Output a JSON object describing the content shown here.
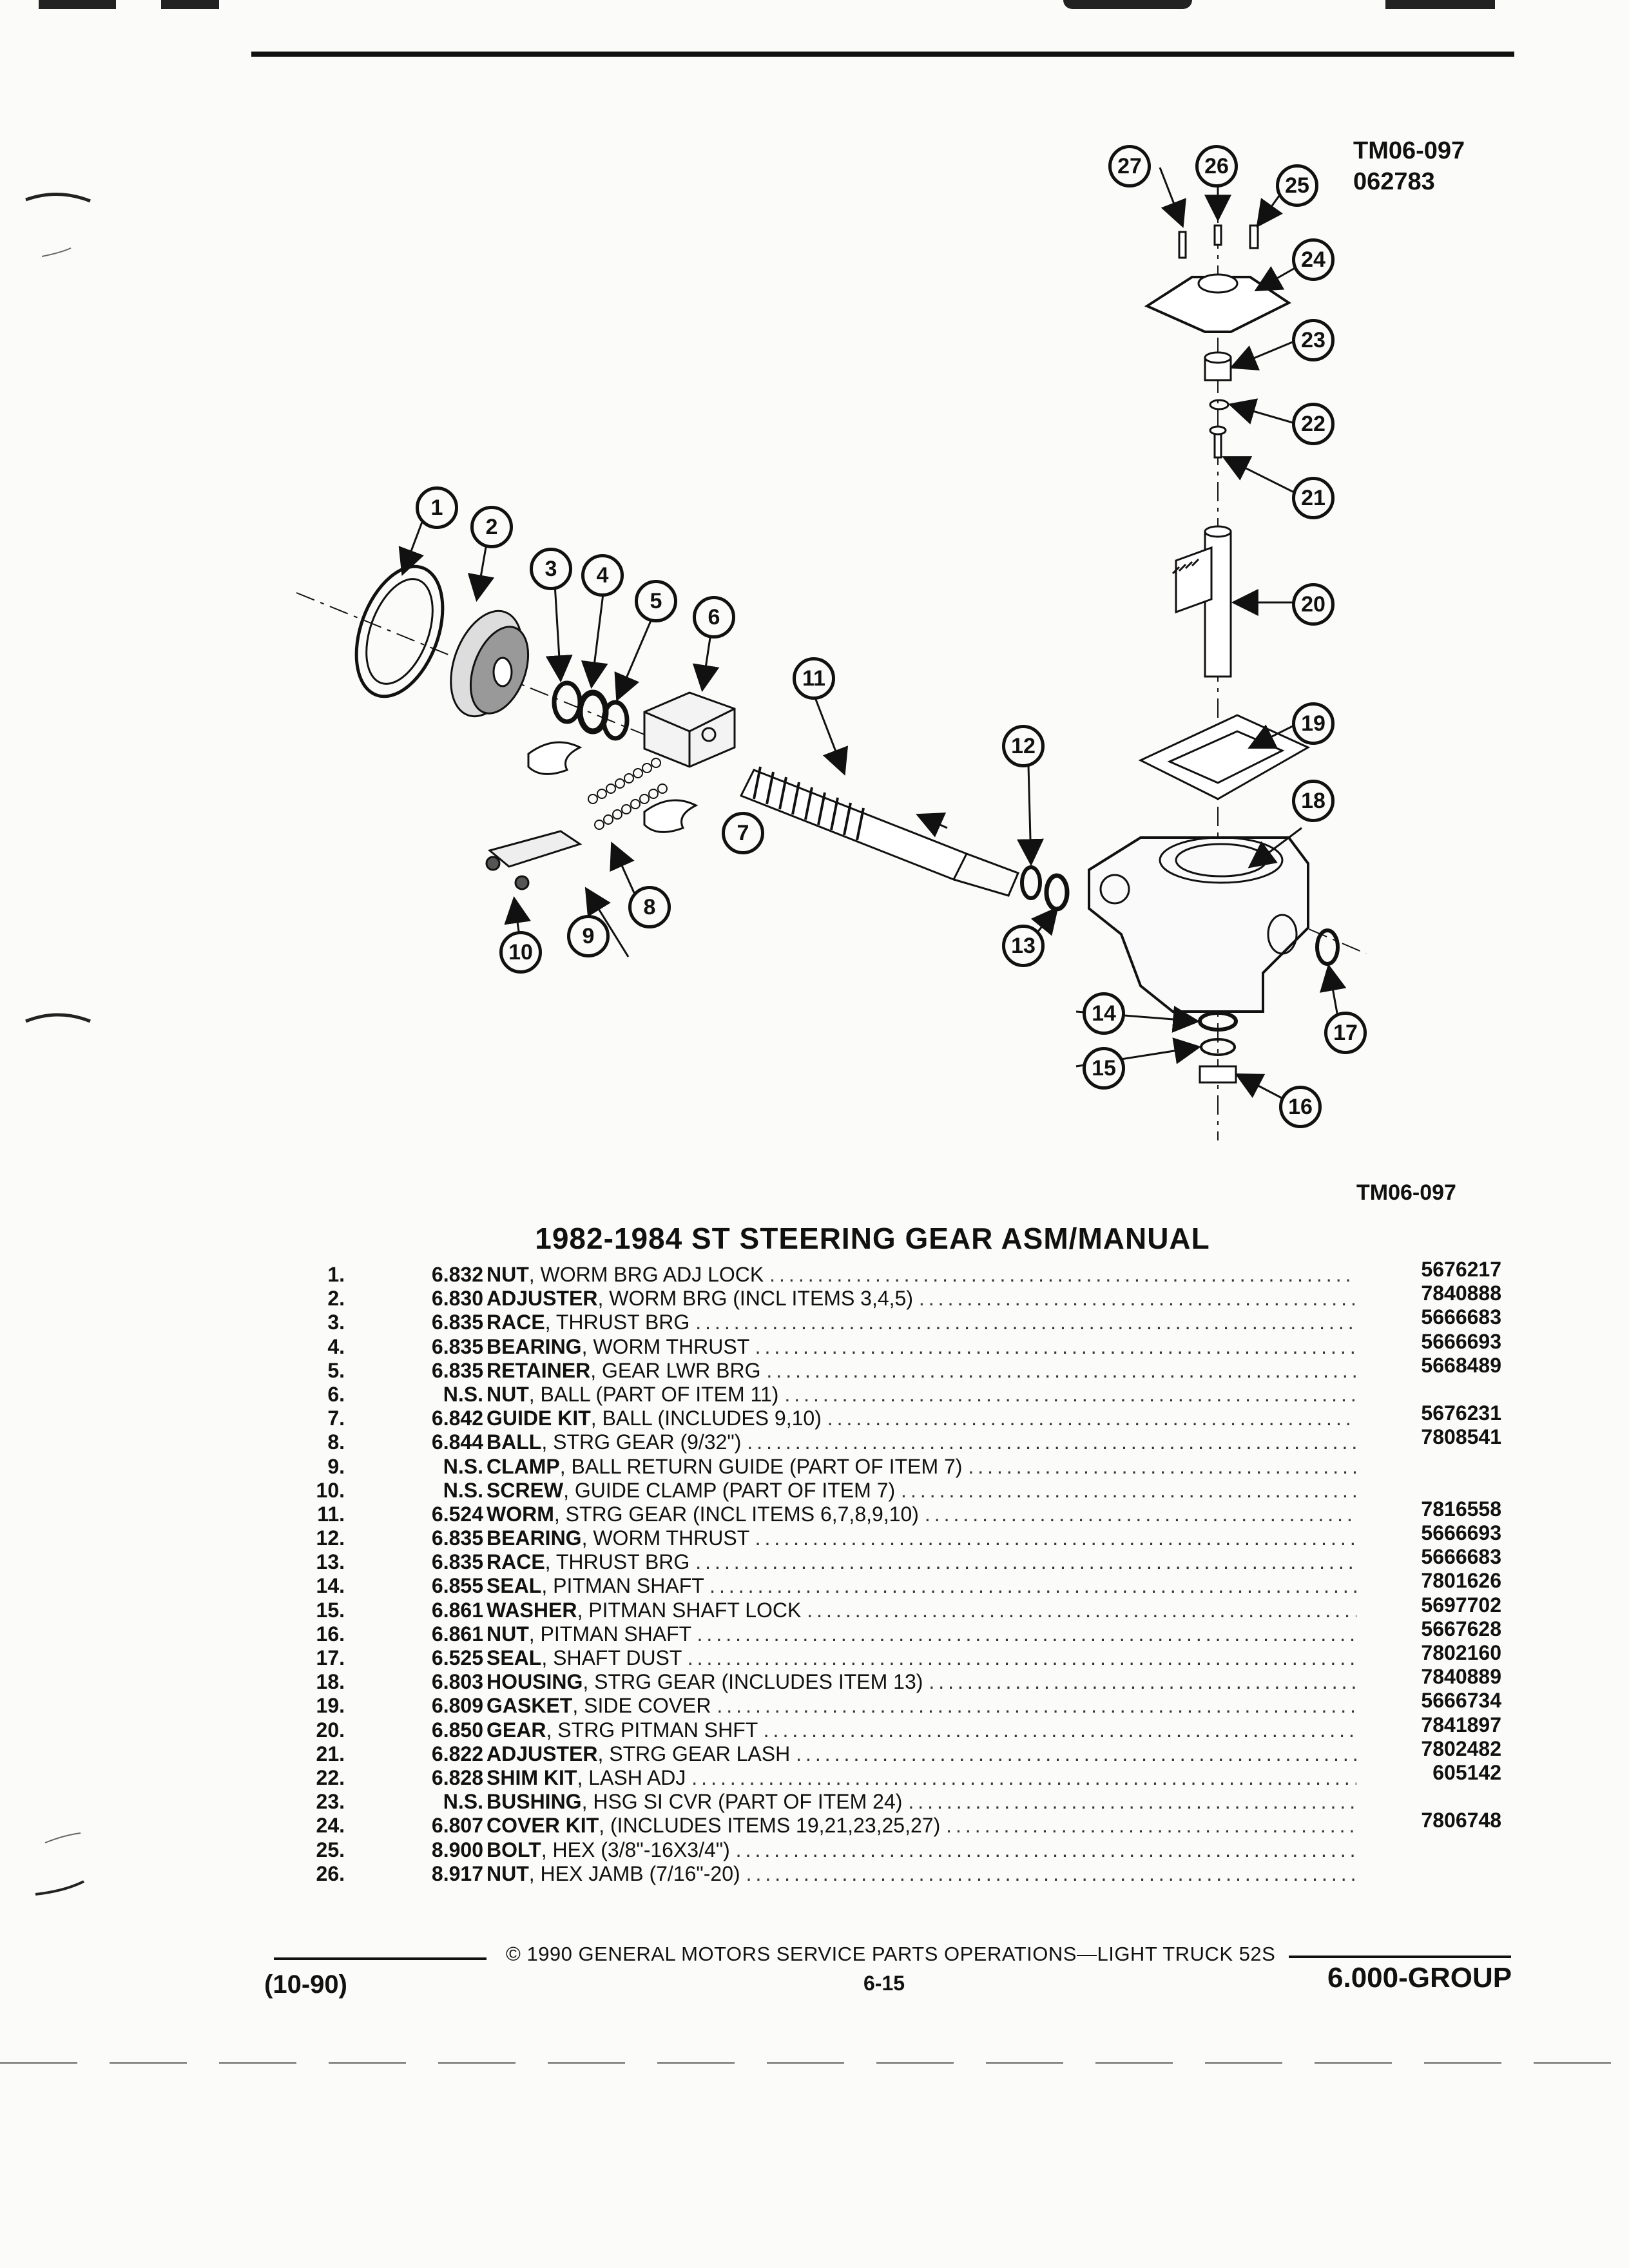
{
  "header": {
    "drawing_code": "TM06-097",
    "drawing_date": "062783"
  },
  "diagram": {
    "callouts": [
      "1",
      "2",
      "3",
      "4",
      "5",
      "6",
      "7",
      "8",
      "9",
      "10",
      "11",
      "12",
      "13",
      "14",
      "15",
      "16",
      "17",
      "18",
      "19",
      "20",
      "21",
      "22",
      "23",
      "24",
      "25",
      "26",
      "27"
    ],
    "caption": "TM06-097"
  },
  "title": "1982-1984 ST STEERING GEAR ASM/MANUAL",
  "parts": [
    {
      "no": "1.",
      "group": "6.832",
      "name": "NUT",
      "desc": ", WORM BRG ADJ LOCK",
      "part": "5676217"
    },
    {
      "no": "2.",
      "group": "6.830",
      "name": "ADJUSTER",
      "desc": ", WORM BRG (INCL ITEMS 3,4,5)",
      "part": "7840888"
    },
    {
      "no": "3.",
      "group": "6.835",
      "name": "RACE",
      "desc": ", THRUST BRG",
      "part": "5666683"
    },
    {
      "no": "4.",
      "group": "6.835",
      "name": "BEARING",
      "desc": ", WORM THRUST",
      "part": "5666693"
    },
    {
      "no": "5.",
      "group": "6.835",
      "name": "RETAINER",
      "desc": ", GEAR LWR BRG",
      "part": "5668489"
    },
    {
      "no": "6.",
      "group": "N.S.",
      "name": "NUT",
      "desc": ", BALL (PART OF ITEM 11)",
      "part": ""
    },
    {
      "no": "7.",
      "group": "6.842",
      "name": "GUIDE KIT",
      "desc": ", BALL (INCLUDES 9,10)",
      "part": "5676231"
    },
    {
      "no": "8.",
      "group": "6.844",
      "name": "BALL",
      "desc": ", STRG GEAR (9/32\")",
      "part": "7808541"
    },
    {
      "no": "9.",
      "group": "N.S.",
      "name": "CLAMP",
      "desc": ", BALL RETURN GUIDE (PART OF ITEM 7)",
      "part": ""
    },
    {
      "no": "10.",
      "group": "N.S.",
      "name": "SCREW",
      "desc": ", GUIDE CLAMP (PART OF ITEM 7)",
      "part": ""
    },
    {
      "no": "11.",
      "group": "6.524",
      "name": "WORM",
      "desc": ", STRG GEAR (INCL ITEMS 6,7,8,9,10)",
      "part": "7816558"
    },
    {
      "no": "12.",
      "group": "6.835",
      "name": "BEARING",
      "desc": ", WORM THRUST",
      "part": "5666693"
    },
    {
      "no": "13.",
      "group": "6.835",
      "name": "RACE",
      "desc": ", THRUST BRG",
      "part": "5666683"
    },
    {
      "no": "14.",
      "group": "6.855",
      "name": "SEAL",
      "desc": ", PITMAN SHAFT",
      "part": "7801626"
    },
    {
      "no": "15.",
      "group": "6.861",
      "name": "WASHER",
      "desc": ", PITMAN SHAFT LOCK",
      "part": "5697702"
    },
    {
      "no": "16.",
      "group": "6.861",
      "name": "NUT",
      "desc": ", PITMAN SHAFT",
      "part": "5667628"
    },
    {
      "no": "17.",
      "group": "6.525",
      "name": "SEAL",
      "desc": ", SHAFT DUST",
      "part": "7802160"
    },
    {
      "no": "18.",
      "group": "6.803",
      "name": "HOUSING",
      "desc": ", STRG GEAR (INCLUDES ITEM 13)",
      "part": "7840889"
    },
    {
      "no": "19.",
      "group": "6.809",
      "name": "GASKET",
      "desc": ", SIDE COVER",
      "part": "5666734"
    },
    {
      "no": "20.",
      "group": "6.850",
      "name": "GEAR",
      "desc": ", STRG PITMAN SHFT",
      "part": "7841897"
    },
    {
      "no": "21.",
      "group": "6.822",
      "name": "ADJUSTER",
      "desc": ", STRG GEAR LASH",
      "part": "7802482"
    },
    {
      "no": "22.",
      "group": "6.828",
      "name": "SHIM KIT",
      "desc": ", LASH ADJ",
      "part": "605142"
    },
    {
      "no": "23.",
      "group": "N.S.",
      "name": "BUSHING",
      "desc": ", HSG SI CVR (PART OF ITEM 24)",
      "part": ""
    },
    {
      "no": "24.",
      "group": "6.807",
      "name": "COVER KIT",
      "desc": ", (INCLUDES ITEMS 19,21,23,25,27)",
      "part": "7806748"
    },
    {
      "no": "25.",
      "group": "8.900",
      "name": "BOLT",
      "desc": ", HEX (3/8\"-16X3/4\")",
      "part": ""
    },
    {
      "no": "26.",
      "group": "8.917",
      "name": "NUT",
      "desc": ", HEX JAMB (7/16\"-20)",
      "part": ""
    }
  ],
  "footer": {
    "copyright": "© 1990 GENERAL MOTORS SERVICE PARTS OPERATIONS—LIGHT TRUCK 52S",
    "date_code": "(10-90)",
    "page": "6-15",
    "group": "6.000-GROUP"
  }
}
